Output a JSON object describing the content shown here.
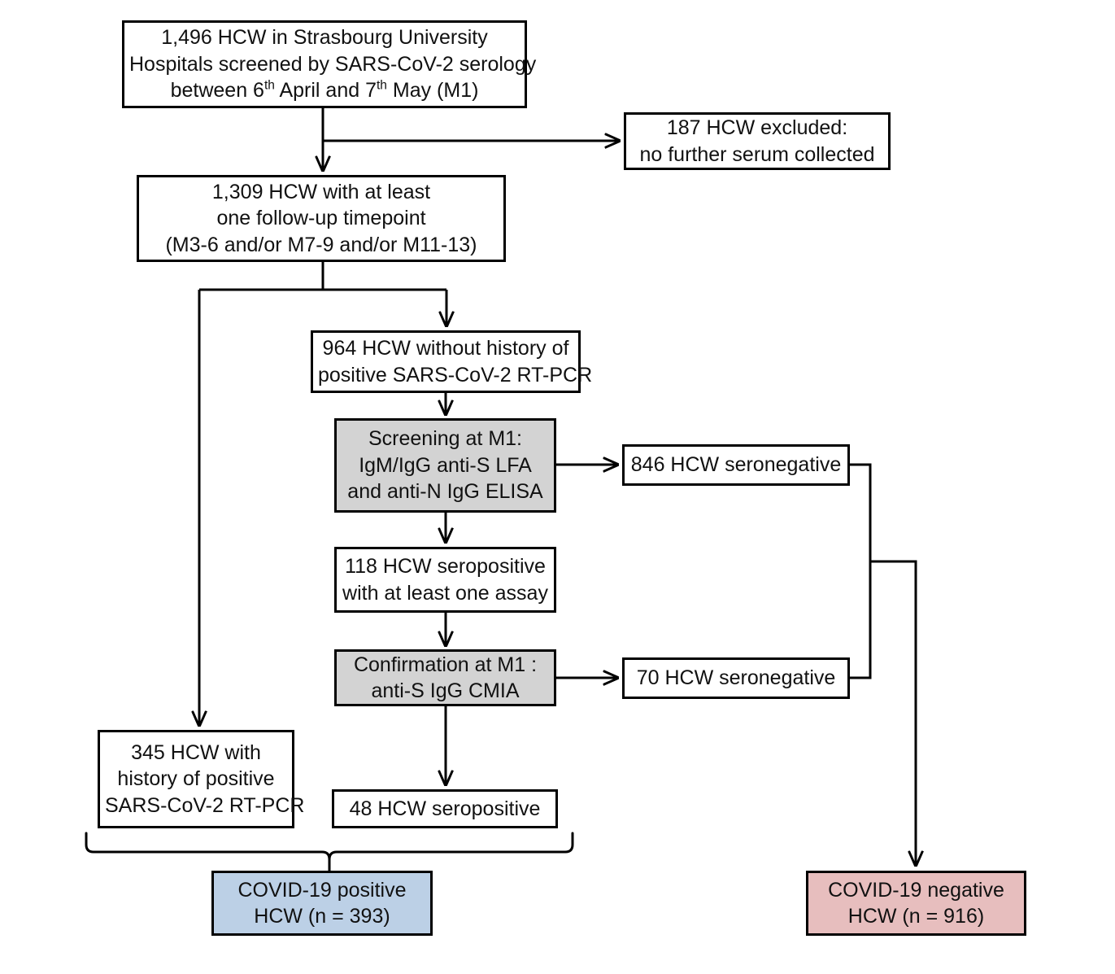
{
  "diagram": {
    "title": "SARS-CoV-2 serology HCW cohort flow diagram",
    "colors": {
      "box_border": "#000000",
      "box_fill": "#ffffff",
      "process_fill": "#d3d3d3",
      "positive_fill": "#bcd0e6",
      "negative_fill": "#e7bebe",
      "connector": "#000000"
    },
    "nodes": {
      "screened": {
        "id": "screened-cohort",
        "lines": [
          "1,496 HCW in Strasbourg University",
          "Hospitals screened by SARS-CoV-2 serology",
          "between 6th April and 7th May (M1)"
        ],
        "line3_parts": {
          "a": "between 6",
          "sup1": "th",
          "b": " April and 7",
          "sup2": "th",
          "c": " May (M1)"
        }
      },
      "excluded": {
        "id": "excluded",
        "lines": [
          "187 HCW excluded:",
          "no further serum collected"
        ]
      },
      "followup": {
        "id": "followup-cohort",
        "lines": [
          "1,309 HCW with at least",
          "one follow-up timepoint",
          "(M3-6 and/or M7-9 and/or M11-13)"
        ]
      },
      "no_history": {
        "id": "no-pcr-history",
        "lines": [
          "964 HCW without history of",
          "positive SARS-CoV-2 RT-PCR"
        ]
      },
      "screening_m1": {
        "id": "screening-at-m1",
        "lines": [
          "Screening at M1:",
          "IgM/IgG anti-S LFA",
          "and anti-N IgG ELISA"
        ]
      },
      "seroneg_846": {
        "id": "seronegative-846",
        "lines": [
          "846 HCW seronegative"
        ]
      },
      "seropos_118": {
        "id": "seropositive-118",
        "lines": [
          "118 HCW seropositive",
          "with at least one assay"
        ]
      },
      "confirmation_m1": {
        "id": "confirmation-at-m1",
        "lines": [
          "Confirmation at M1 :",
          "anti-S IgG CMIA"
        ]
      },
      "seroneg_70": {
        "id": "seronegative-70",
        "lines": [
          "70 HCW seronegative"
        ]
      },
      "history_345": {
        "id": "pcr-history-345",
        "lines": [
          "345 HCW with",
          "history of positive",
          "SARS-CoV-2 RT-PCR"
        ]
      },
      "seropos_48": {
        "id": "seropositive-48",
        "lines": [
          "48 HCW seropositive"
        ]
      },
      "covid_positive": {
        "id": "covid-positive-outcome",
        "lines": [
          "COVID-19 positive",
          "HCW (n = 393)"
        ]
      },
      "covid_negative": {
        "id": "covid-negative-outcome",
        "lines": [
          "COVID-19 negative",
          "HCW (n = 916)"
        ]
      }
    }
  }
}
